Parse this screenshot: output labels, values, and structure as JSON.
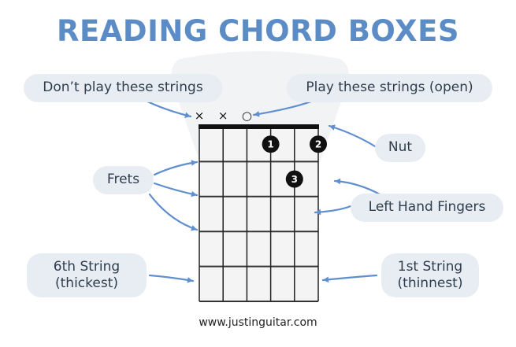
{
  "title": "READING CHORD BOXES",
  "labels": {
    "dont_play": "Don’t play these strings",
    "play_open": "Play these strings (open)",
    "nut": "Nut",
    "frets": "Frets",
    "left_hand_fingers": "Left Hand Fingers",
    "sixth_string_line1": "6th String",
    "sixth_string_line2": "(thickest)",
    "first_string_line1": "1st String",
    "first_string_line2": "(thinnest)"
  },
  "footer": "www.justinguitar.com",
  "chord": {
    "strings": 6,
    "frets": 5,
    "markers": [
      "×",
      "×",
      "○",
      "",
      "",
      ""
    ],
    "fingers": [
      {
        "string": 4,
        "fret": 1,
        "label": "1"
      },
      {
        "string": 6,
        "fret": 1,
        "label": "2"
      },
      {
        "string": 5,
        "fret": 2,
        "label": "3"
      }
    ]
  },
  "colors": {
    "accent": "#5b8cc6",
    "arrow": "#5f8fd0",
    "bubble": "#e8edf3",
    "dot": "#111111"
  }
}
